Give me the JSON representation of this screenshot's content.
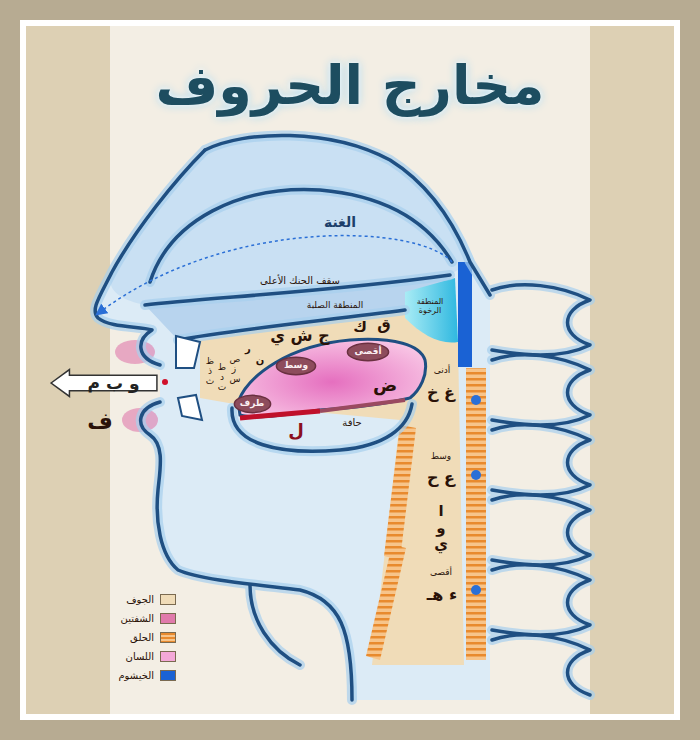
{
  "diagram": {
    "title": "مخارج الحروف",
    "nodes": [
      {
        "text": [
          "و ب م"
        ]
      },
      {
        "text": [
          "وسط"
        ]
      },
      {
        "text": [
          "أقصى"
        ]
      },
      {
        "text": [
          "طرف"
        ]
      }
    ],
    "labels": [
      "الغنة",
      "سقف الحنك الأعلى",
      "المنطقة الصلبة",
      "المنطقة الرخوة",
      "ج ش ي",
      "ك",
      "ق",
      "ظ ذ ث",
      "ط د ت",
      "ص ز س",
      "ر",
      "ن",
      "ض",
      "حافة",
      "ل",
      "ف",
      "أدنى",
      "غ خ",
      "وسط",
      "ع ح",
      "ا و ي",
      "أقصى",
      "ء هـ"
    ],
    "legend": [
      {
        "text": "الجوف",
        "color": "#f0dcb8"
      },
      {
        "text": "الشفتين",
        "color": "#e07aab"
      },
      {
        "text": "الحلق"
      },
      {
        "text": "اللسان",
        "color": "#f4a8d8"
      },
      {
        "text": "الخيشوم",
        "color": "#1a62d4"
      }
    ]
  }
}
